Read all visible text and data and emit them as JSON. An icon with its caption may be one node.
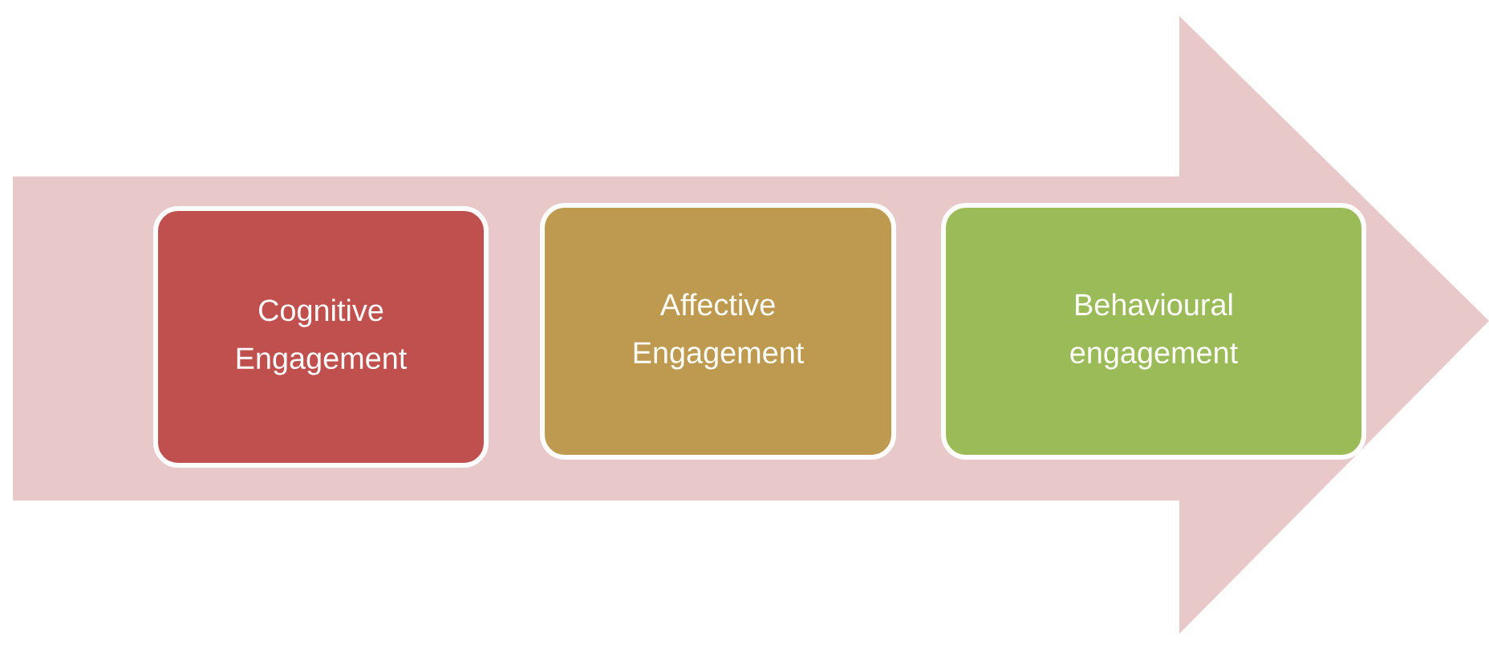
{
  "diagram": {
    "nodes": [
      {
        "text": [
          "Cognitive Engagement"
        ]
      },
      {
        "text": [
          "Affective Engagement"
        ]
      },
      {
        "text": [
          "Behavioural engagement"
        ]
      }
    ]
  }
}
